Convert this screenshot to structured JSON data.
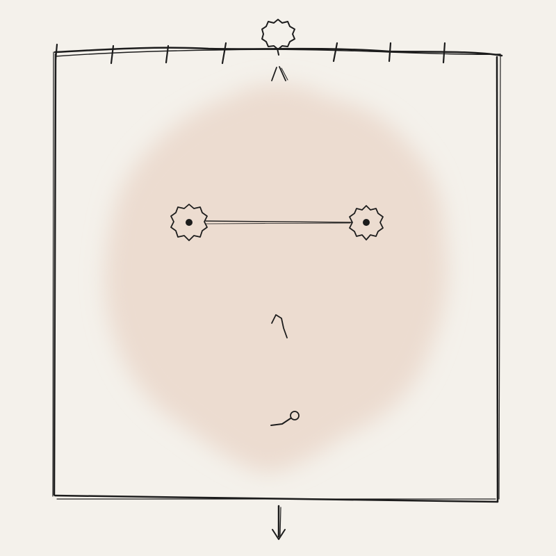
{
  "colors": {
    "background": "#f4f1eb",
    "ink": "#1c1c1c",
    "blob": "#ecdcd0",
    "panel": "#f4f1eb"
  },
  "elements": {
    "frame": "sketch-frame",
    "ruler": "top-ruler-with-ticks",
    "top_marker": "circle-pin-marker",
    "left_node": "node-circle",
    "right_node": "node-circle",
    "bottom_arrow": "down-arrow-icon"
  }
}
